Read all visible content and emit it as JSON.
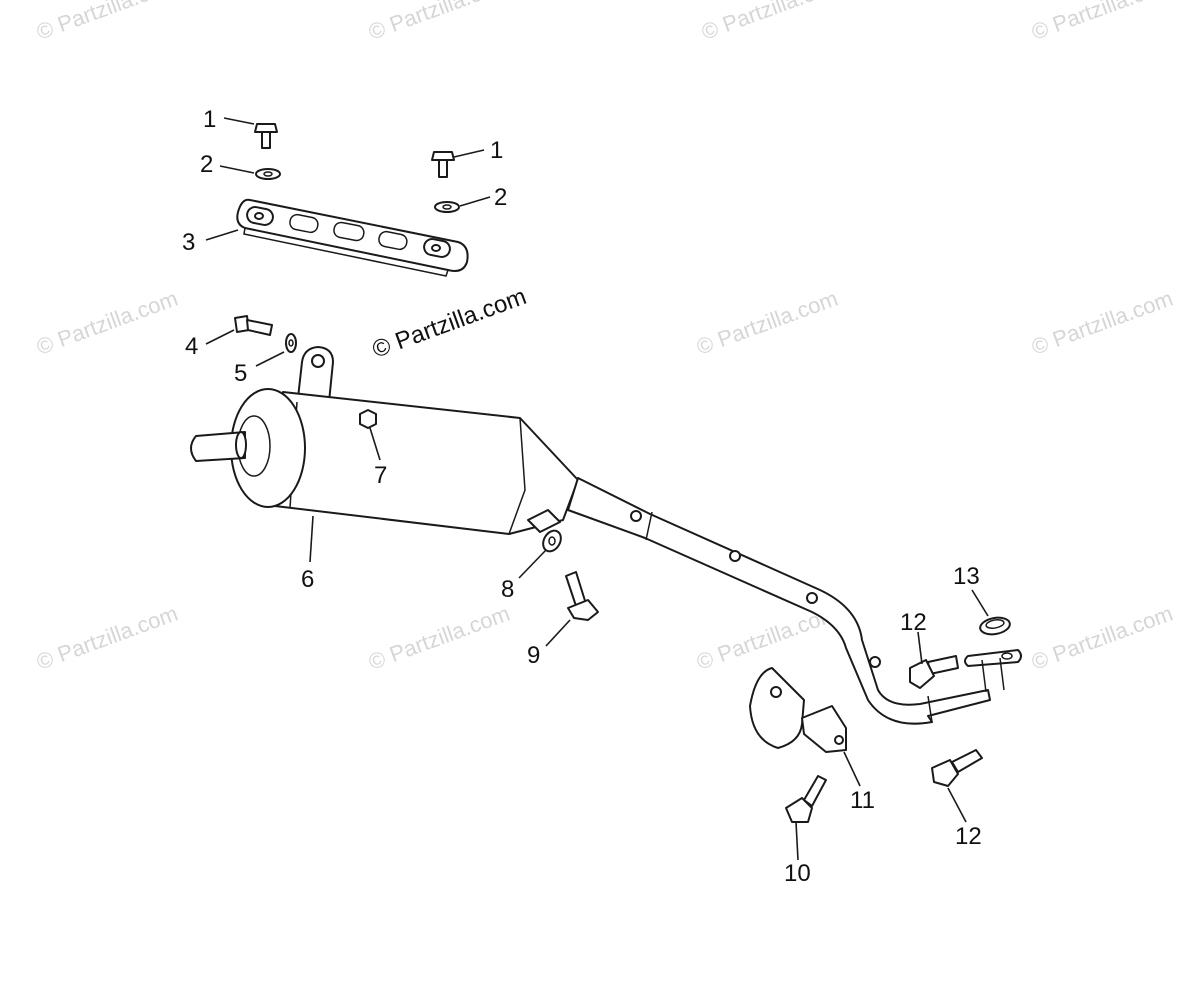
{
  "watermark": {
    "faint": "© Partzilla.com",
    "main": "© Partzilla.com"
  },
  "callouts": {
    "c1a": "1",
    "c1b": "1",
    "c2a": "2",
    "c2b": "2",
    "c3": "3",
    "c4": "4",
    "c5": "5",
    "c6": "6",
    "c7": "7",
    "c8": "8",
    "c9": "9",
    "c10": "10",
    "c11": "11",
    "c12a": "12",
    "c12b": "12",
    "c13": "13"
  },
  "colors": {
    "line": "#1a1a1a",
    "watermark": "#d6d6d6",
    "background": "#ffffff"
  }
}
